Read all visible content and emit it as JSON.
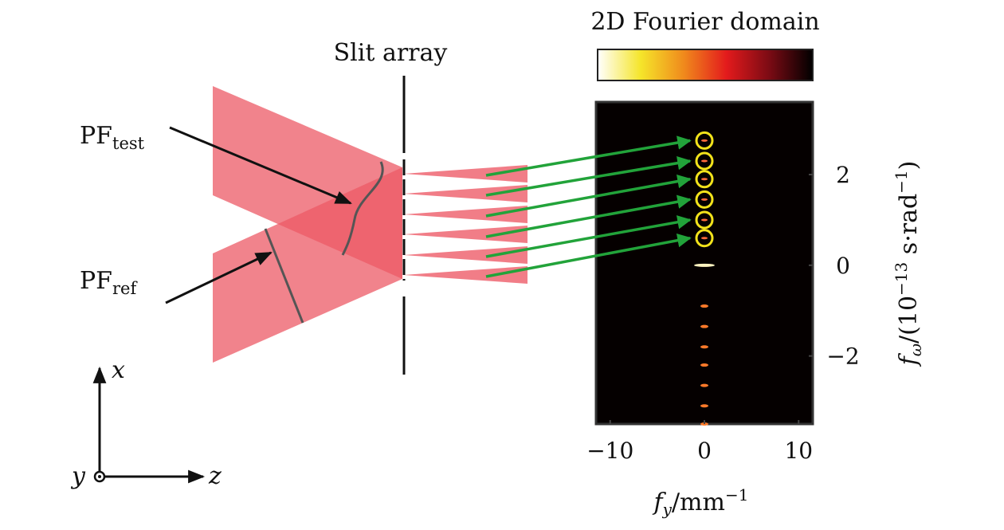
{
  "slit_label": "Slit array",
  "panel_title": "2D Fourier domain",
  "pf_test": {
    "base": "PF",
    "sub": "test"
  },
  "pf_ref": {
    "base": "PF",
    "sub": "ref"
  },
  "axes_glyphs": {
    "x": "x",
    "y": "y",
    "z": "z"
  },
  "xaxis": {
    "var": "f",
    "sub": "y",
    "unit": "/mm",
    "exp": "−1",
    "ticks": [
      "−10",
      "0",
      "10"
    ],
    "tick_values": [
      -10,
      0,
      10
    ],
    "range": [
      -11.5,
      11.5
    ]
  },
  "yaxis": {
    "var": "f",
    "sub": "ω",
    "unit": "/(10",
    "exp": "−13",
    "unit2": " s·rad",
    "exp2": "−1",
    "close": ")",
    "ticks": [
      "2",
      "0",
      "−2"
    ],
    "tick_values": [
      2,
      0,
      -2
    ],
    "range": [
      -3.5,
      3.6
    ]
  },
  "colormap": [
    "#ffffff",
    "#f5e52a",
    "#f08a1c",
    "#e31a1c",
    "#7a0b14",
    "#000000"
  ],
  "circled_orders": [
    2.75,
    2.3,
    1.9,
    1.45,
    1.0,
    0.6
  ],
  "lower_orders": [
    -0.9,
    -1.35,
    -1.8,
    -2.2,
    -2.65,
    -3.1,
    -3.5
  ],
  "colors": {
    "beam": "#ee5d69",
    "arrow": "#22a33a",
    "circle": "#f2e21b"
  }
}
